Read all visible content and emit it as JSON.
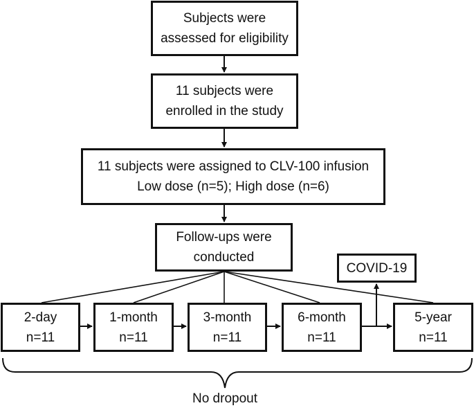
{
  "boxes": {
    "eligibility": {
      "line1": "Subjects were",
      "line2": "assessed for eligibility"
    },
    "enrolled": {
      "line1": "11 subjects were",
      "line2": "enrolled in the study"
    },
    "assigned": {
      "line1": "11 subjects were assigned to CLV-100 infusion",
      "line2": "Low dose (n=5); High dose (n=6)"
    },
    "followups": {
      "line1": "Follow-ups were",
      "line2": "conducted"
    },
    "covid": {
      "label": "COVID-19"
    },
    "timepoints": [
      {
        "label": "2-day",
        "count": "n=11"
      },
      {
        "label": "1-month",
        "count": "n=11"
      },
      {
        "label": "3-month",
        "count": "n=11"
      },
      {
        "label": "6-month",
        "count": "n=11"
      },
      {
        "label": "5-year",
        "count": "n=11"
      }
    ]
  },
  "footer": {
    "label": "No dropout"
  },
  "colors": {
    "stroke": "#111111",
    "background": "#ffffff"
  }
}
